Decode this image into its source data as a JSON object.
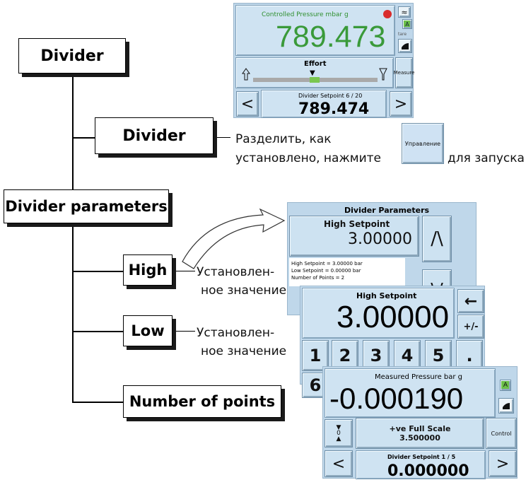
{
  "tree": {
    "divider_top": "Divider",
    "divider_sub": "Divider",
    "divider_params": "Divider parameters",
    "high": "High",
    "low": "Low",
    "num_points": "Number of points"
  },
  "notes": {
    "divide_line1": "Разделить, как",
    "divide_line2": "установлено, нажмите",
    "control_button": "Управление",
    "to_start": "для запуска",
    "high_note_1": "Установлен-",
    "high_note_2": "ное значение",
    "low_note_1": "Установлен-",
    "low_note_2": "ное значение"
  },
  "screen1": {
    "title": "Controlled Pressure  mbar g",
    "value": "789.473",
    "effort_label": "Effort",
    "measure_button": "Measure",
    "setpoint_label": "Divider Setpoint 6 / 20",
    "setpoint_value": "789.474",
    "prev": "<",
    "next": ">",
    "badge_a": "A",
    "badge_tare": "tare"
  },
  "screen2": {
    "title": "Divider Parameters",
    "field_label": "High Setpoint",
    "field_value": "3.00000",
    "up": "/\\",
    "down": "\\/",
    "info": [
      "High Setpoint = 3.00000 bar",
      "Low Setpoint = 0.00000 bar",
      "Number of Points = 2"
    ]
  },
  "screen3": {
    "title": "High Setpoint",
    "value": "3.00000",
    "backspace": "←",
    "plusminus": "+/-",
    "keys": [
      "1",
      "2",
      "3",
      "4",
      "5",
      "."
    ],
    "key6": "6"
  },
  "screen4": {
    "title": "Measured Pressure   bar g",
    "value": "-0.000190",
    "badge_a": "A",
    "fullscale_label": "+ve Full Scale",
    "fullscale_value": "3.500000",
    "control_button": "Control",
    "zero": "0",
    "setpoint_label": "Divider Setpoint 1 / 5",
    "setpoint_value": "0.000000",
    "prev": "<",
    "next": ">"
  },
  "colors": {
    "screen_bg": "#bfd7ea",
    "pressure_green": "#3a9a3a",
    "badge_green": "#6cc04a",
    "effort_bar": "#a9a9a9"
  }
}
